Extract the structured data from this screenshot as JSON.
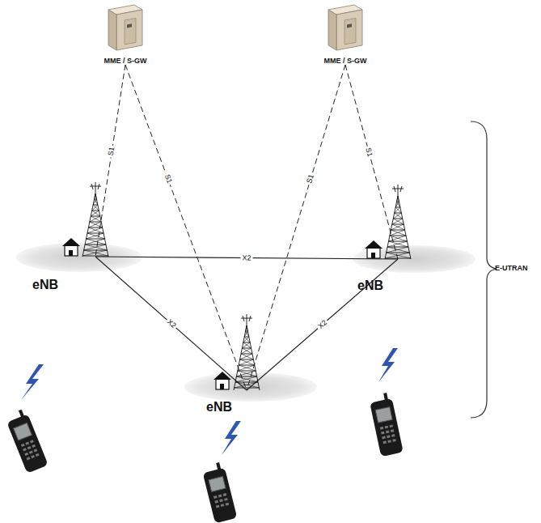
{
  "diagram": {
    "nodes": [
      {
        "text": [
          "MME / S-GW"
        ]
      },
      {
        "text": [
          "MME / S-GW"
        ]
      },
      {
        "text": [
          "eNB"
        ]
      },
      {
        "text": [
          "eNB"
        ]
      },
      {
        "text": [
          "eNB"
        ]
      }
    ],
    "edges": [
      {
        "from": 0,
        "to": 2,
        "arrow": "none",
        "label": "S1"
      },
      {
        "from": 0,
        "to": 3,
        "arrow": "none",
        "label": "S1"
      },
      {
        "from": 1,
        "to": 3,
        "arrow": "none",
        "label": "S1"
      },
      {
        "from": 1,
        "to": 4,
        "arrow": "none",
        "label": "S1"
      },
      {
        "from": 2,
        "to": 4,
        "arrow": "none",
        "label": "X2"
      },
      {
        "from": 2,
        "to": 3,
        "arrow": "none",
        "label": "X2"
      },
      {
        "from": 3,
        "to": 4,
        "arrow": "none",
        "label": "X2"
      }
    ],
    "labels": [
      "E-UTRAN"
    ]
  }
}
